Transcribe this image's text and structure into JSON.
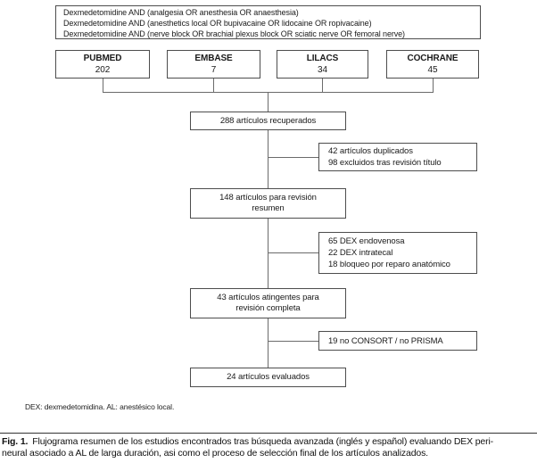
{
  "figure": {
    "search_queries": {
      "lines": [
        "Dexmedetomidine AND (analgesia OR anesthesia OR anaesthesia)",
        "Dexmedetomidine AND (anesthetics local OR bupivacaine OR lidocaine OR ropivacaine)",
        "Dexmedetomidine AND (nerve block OR brachial plexus block OR sciatic nerve OR femoral nerve)"
      ]
    },
    "databases": [
      {
        "name": "PUBMED",
        "count": "202"
      },
      {
        "name": "EMBASE",
        "count": "7"
      },
      {
        "name": "LILACS",
        "count": "34"
      },
      {
        "name": "COCHRANE",
        "count": "45"
      }
    ],
    "flow": {
      "retrieved": "288 artículos recuperados",
      "excluded_title": {
        "lines": [
          "42 artículos duplicados",
          "98 excluidos tras revisión título"
        ]
      },
      "abstract_review": {
        "lines": [
          "148 artículos para revisión",
          "resumen"
        ]
      },
      "excluded_abstract": {
        "lines": [
          "65 DEX endovenosa",
          "22 DEX intratecal",
          "18 bloqueo por reparo anatómico"
        ]
      },
      "full_review": {
        "lines": [
          "43 artículos atingentes para",
          "revisión completa"
        ]
      },
      "excluded_full": "19 no CONSORT / no PRISMA",
      "evaluated": "24 artículos evaluados"
    },
    "footnote": "DEX: dexmedetomidina. AL: anestésico local.",
    "caption": {
      "label": "Fig. 1.",
      "line1": "Flujograma resumen de los estudios encontrados tras búsqueda avanzada (inglés y español) evaluando DEX peri-",
      "line2": "neural asociado a AL de larga duración, asi como el proceso de selección final de los artículos analizados."
    }
  },
  "colors": {
    "box_border": "#4d4d4d",
    "connector_line": "#6b6b6b",
    "text": "#1a1a1a"
  }
}
